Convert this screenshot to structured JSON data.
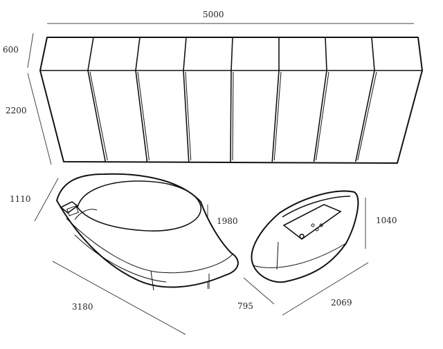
{
  "dimensions": {
    "cabinet_width": "5000",
    "cabinet_depth": "600",
    "cabinet_height": "2200",
    "desk_depth": "1110",
    "desk_length": "3180",
    "desk_height": "1980",
    "side_short": "795",
    "side_length": "2069",
    "side_height": "1040"
  },
  "cabinet": {
    "panel_count": 8
  }
}
